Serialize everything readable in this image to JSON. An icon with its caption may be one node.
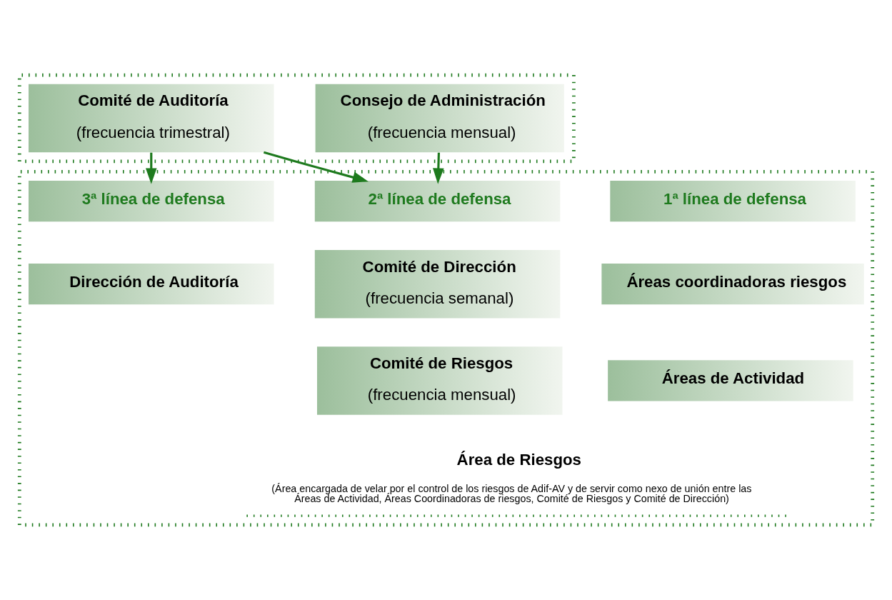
{
  "diagram": {
    "nodes": [
      {
        "text": [],
        "shape": "box"
      },
      {
        "text": [
          "Consejo de Administración",
          "(frecuencia mensual)"
        ],
        "in": 0
      },
      {
        "text": [
          "Comité de Auditoría",
          "(frecuencia trimestral)"
        ],
        "in": 0
      },
      {
        "text": [],
        "shape": "box"
      },
      {
        "text": [
          "1ª línea de defensa"
        ],
        "in": 3
      },
      {
        "text": [
          "2ª línea de defensa"
        ],
        "in": 3
      },
      {
        "text": [
          "3ª línea de defensa"
        ],
        "in": 3
      },
      {
        "text": [
          "Áreas coordinadoras riesgos"
        ],
        "in": 3
      },
      {
        "text": [
          "Comité de Dirección",
          "(frecuencia semanal)"
        ],
        "in": 3
      },
      {
        "text": [
          "Dirección de Auditoría"
        ],
        "in": 3
      },
      {
        "text": [
          "Áreas de Actividad"
        ],
        "in": 3
      },
      {
        "text": [
          "Comité de Riesgos",
          "(frecuencia mensual)"
        ],
        "in": 3
      },
      {
        "text": [
          "Área de Riesgos",
          "(Área encargada de velar por el control de los riesgos de Adif-AV y de servir como nexo de unión entre las Áreas de Actividad, Áreas Coordinadoras de riesgos, Comité de Riesgos y Comité de Dirección)"
        ],
        "in": 3
      }
    ],
    "edges": [
      {
        "from": 1,
        "to": 5,
        "arrow": "to"
      },
      {
        "from": 2,
        "to": 5,
        "arrow": "to"
      },
      {
        "from": 2,
        "to": 6,
        "arrow": "to"
      }
    ]
  }
}
